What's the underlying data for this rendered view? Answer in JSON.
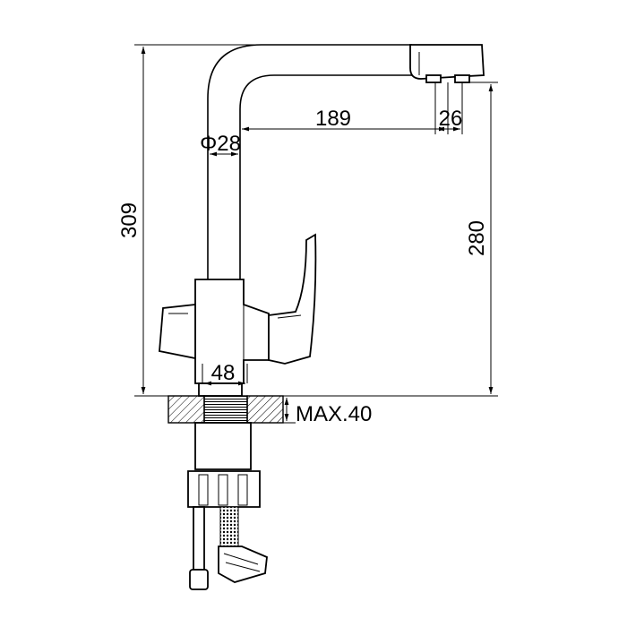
{
  "drawing": {
    "dimensions": {
      "total_height": "309",
      "spout_height": "280",
      "spout_reach": "189",
      "outlet_width": "26",
      "pipe_diameter": "Φ28",
      "base_diameter": "48",
      "max_deck_thickness": "MAX.40"
    },
    "colors": {
      "line": "#000000",
      "background": "#ffffff"
    }
  }
}
